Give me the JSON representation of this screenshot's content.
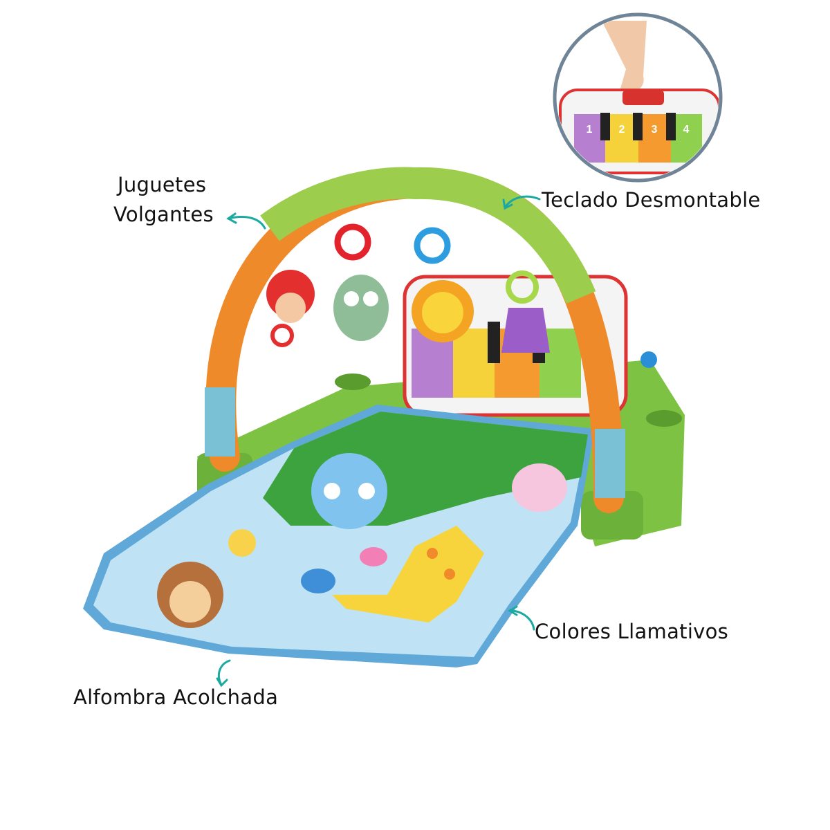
{
  "labels": {
    "hanging_toys_line1": "Juguetes",
    "hanging_toys_line2": "Volgantes",
    "keyboard": "Teclado Desmontable",
    "colors": "Colores Llamativos",
    "mat": "Alfombra Acolchada"
  },
  "inset": {
    "piano_keys": [
      "1",
      "2",
      "3",
      "4"
    ]
  },
  "colors": {
    "arrow": "#1ba9a2",
    "inset_ring": "#6f8496",
    "arch_green": "#8cc63f",
    "base_green": "#7dc242",
    "mat_blue": "#a9d8f0"
  }
}
